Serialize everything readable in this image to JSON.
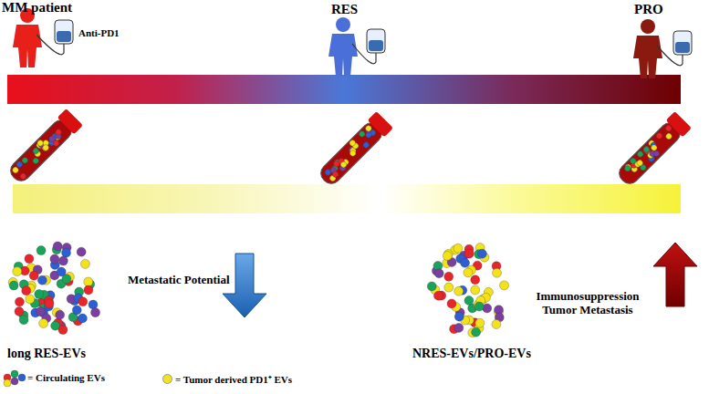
{
  "diagram": {
    "labels": [
      "MM patient",
      "Anti-PD1",
      "RES",
      "PRO",
      "Metastatic Potential",
      "long RES-EVs",
      "NRES-EVs/PRO-EVs",
      "Immunosuppression Tumor Metastasis"
    ],
    "legend": [
      {
        "text": "= Circulating EVs"
      },
      {
        "text": "= Tumor derived PD1⁺ EVs",
        "color": "#f2e21a"
      }
    ]
  }
}
